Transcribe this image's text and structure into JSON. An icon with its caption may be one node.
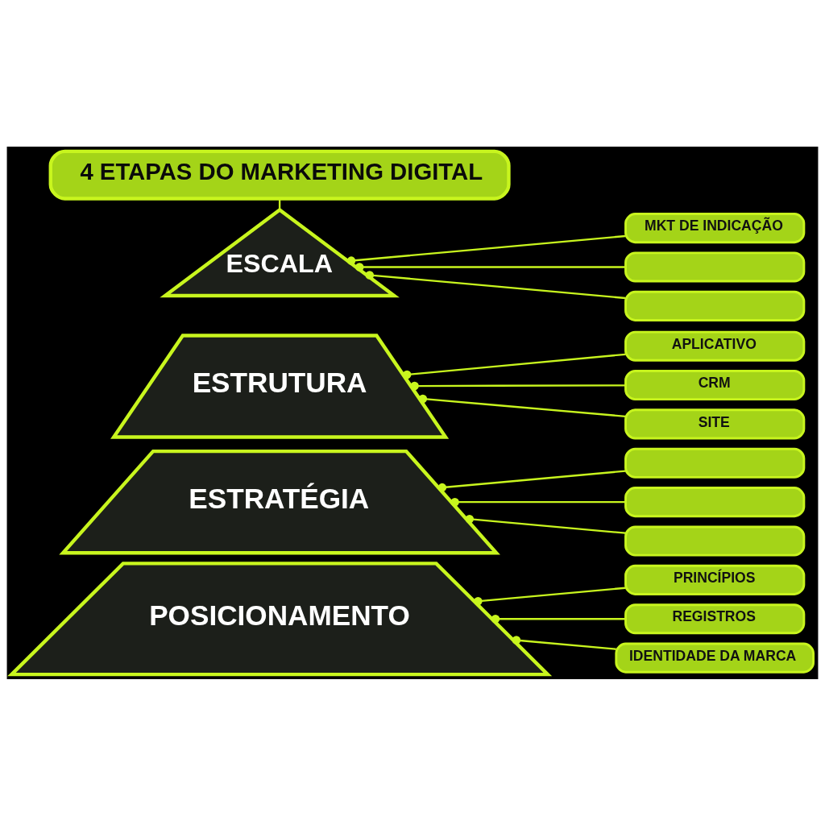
{
  "diagram": {
    "nodes": [
      {
        "text": [
          "4 ETAPAS DO MARKETING DIGITAL"
        ]
      },
      {
        "text": [
          "ESCALA"
        ]
      },
      {
        "text": [
          "MKT DE INDICAÇÃO"
        ]
      },
      {
        "text": [],
        "shape": "box"
      },
      {
        "text": [],
        "shape": "box"
      },
      {
        "text": [
          "ESTRUTURA"
        ]
      },
      {
        "text": [
          "APLICATIVO"
        ]
      },
      {
        "text": [
          "CRM"
        ]
      },
      {
        "text": [
          "SITE"
        ]
      },
      {
        "text": [
          "ESTRATÉGIA"
        ]
      },
      {
        "text": [],
        "shape": "box"
      },
      {
        "text": [],
        "shape": "box"
      },
      {
        "text": [],
        "shape": "box"
      },
      {
        "text": [
          "POSICIONAMENTO"
        ]
      },
      {
        "text": [
          "PRINCÍPIOS"
        ]
      },
      {
        "text": [
          "REGISTROS"
        ]
      },
      {
        "text": [
          "IDENTIDADE DA MARCA"
        ]
      }
    ],
    "edges": [
      {
        "from": 0,
        "to": 1,
        "arrow": "none"
      },
      {
        "from": 1,
        "to": 2,
        "arrow": "other"
      },
      {
        "from": 1,
        "to": 3,
        "arrow": "other"
      },
      {
        "from": 1,
        "to": 4,
        "arrow": "other"
      },
      {
        "from": 5,
        "to": 6,
        "arrow": "other"
      },
      {
        "from": 5,
        "to": 7,
        "arrow": "other"
      },
      {
        "from": 5,
        "to": 8,
        "arrow": "other"
      },
      {
        "from": 9,
        "to": 10,
        "arrow": "other"
      },
      {
        "from": 9,
        "to": 11,
        "arrow": "other"
      },
      {
        "from": 9,
        "to": 12,
        "arrow": "other"
      },
      {
        "from": 13,
        "to": 14,
        "arrow": "other"
      },
      {
        "from": 13,
        "to": 15,
        "arrow": "other"
      },
      {
        "from": 13,
        "to": 16,
        "arrow": "other"
      }
    ]
  }
}
